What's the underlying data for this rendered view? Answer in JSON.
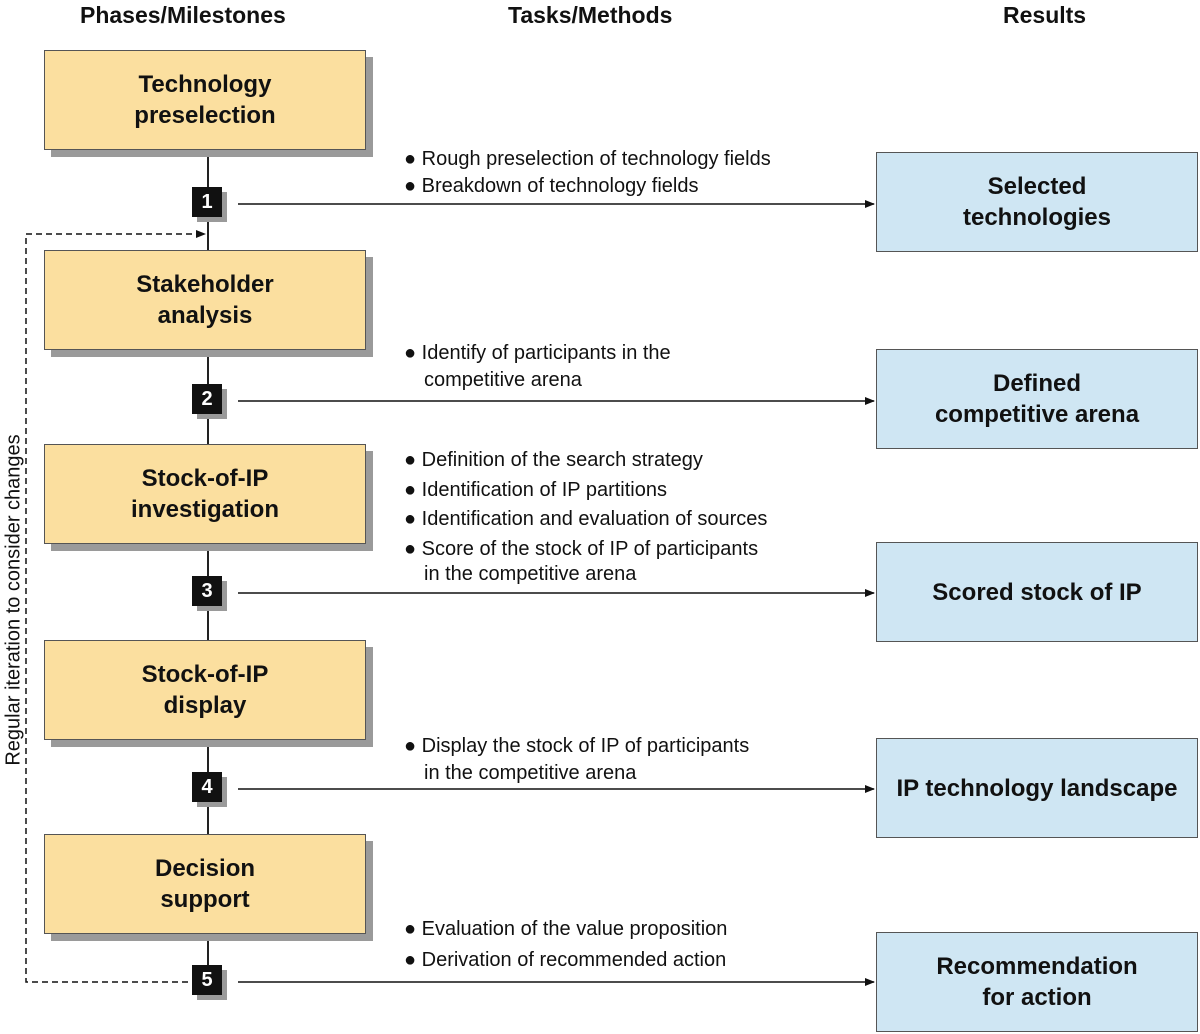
{
  "headers": {
    "phases": "Phases/Milestones",
    "tasks": "Tasks/Methods",
    "results": "Results"
  },
  "side_label": "Regular iteration to consider changes",
  "phases": [
    {
      "title": "Technology\npreselection"
    },
    {
      "title": "Stakeholder\nanalysis"
    },
    {
      "title": "Stock-of-IP\ninvestigation"
    },
    {
      "title": "Stock-of-IP\ndisplay"
    },
    {
      "title": "Decision\nsupport"
    }
  ],
  "milestones": [
    "1",
    "2",
    "3",
    "4",
    "5"
  ],
  "tasks": [
    {
      "lines": [
        "● Rough preselection of technology fields",
        "● Breakdown of technology fields"
      ]
    },
    {
      "lines": [
        "● Identify of participants in the",
        "competitive arena"
      ]
    },
    {
      "lines": [
        "● Definition of the search strategy",
        "● Identification of IP partitions",
        "● Identification and evaluation of sources",
        "● Score of the stock of IP of participants",
        "in the competitive arena"
      ]
    },
    {
      "lines": [
        "● Display the stock of IP of participants",
        "in the competitive arena"
      ]
    },
    {
      "lines": [
        "● Evaluation of the value proposition",
        "● Derivation of recommended action"
      ]
    }
  ],
  "results": [
    {
      "title": "Selected\ntechnologies"
    },
    {
      "title": "Defined\ncompetitive arena"
    },
    {
      "title": "Scored stock of IP"
    },
    {
      "title": "IP technology landscape"
    },
    {
      "title": "Recommendation\nfor action"
    }
  ]
}
